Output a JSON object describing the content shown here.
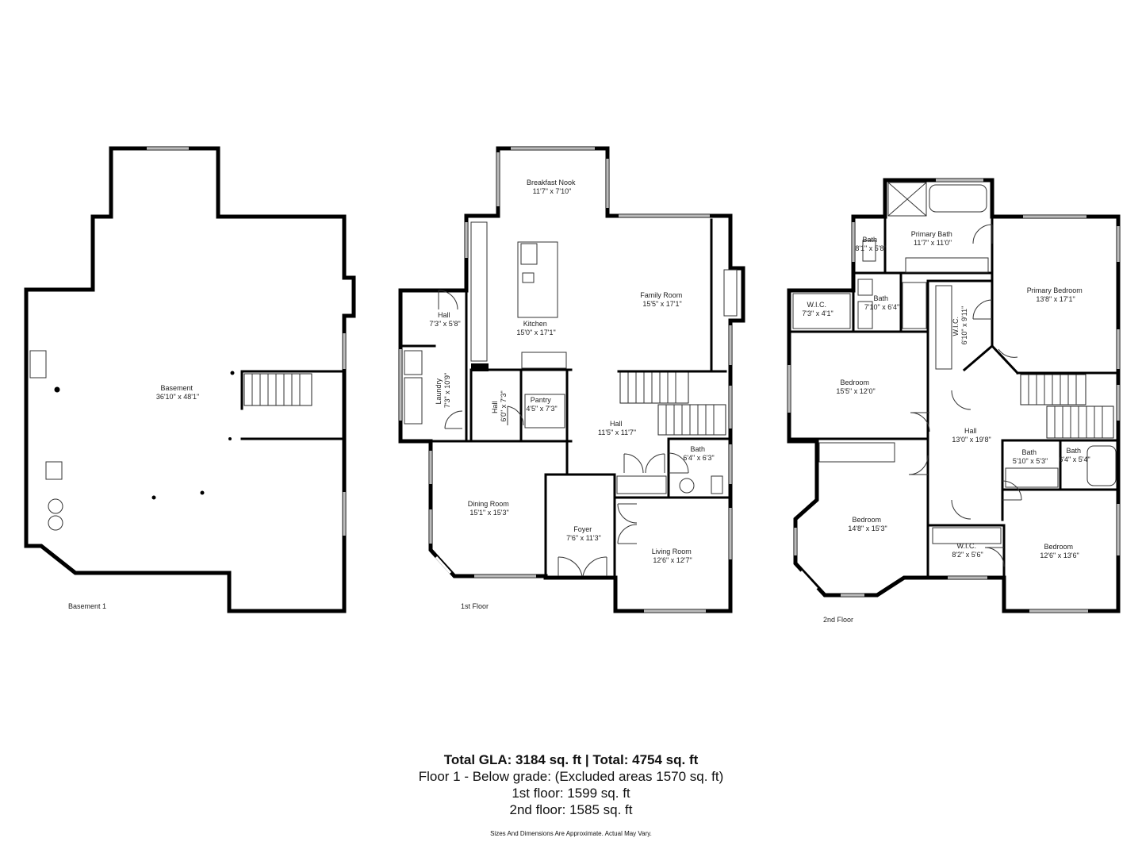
{
  "plan": {
    "floors": {
      "basement": {
        "label": "Basement 1",
        "rooms": [
          {
            "id": "basement",
            "name": "Basement",
            "dims": "36'10\" x 48'1\""
          }
        ]
      },
      "first": {
        "label": "1st Floor",
        "rooms": [
          {
            "id": "breakfast",
            "name": "Breakfast Nook",
            "dims": "11'7\" x 7'10\""
          },
          {
            "id": "kitchen",
            "name": "Kitchen",
            "dims": "15'0\" x 17'1\""
          },
          {
            "id": "family",
            "name": "Family Room",
            "dims": "15'5\" x 17'1\""
          },
          {
            "id": "hall1",
            "name": "Hall",
            "dims": "7'3\" x 5'8\""
          },
          {
            "id": "laundry",
            "name": "Laundry",
            "dims": "7'3\" x 10'9\""
          },
          {
            "id": "hall2",
            "name": "Hall",
            "dims": "6'0\" x 7'3\""
          },
          {
            "id": "pantry",
            "name": "Pantry",
            "dims": "4'5\" x 7'3\""
          },
          {
            "id": "hall3",
            "name": "Hall",
            "dims": "11'5\" x 11'7\""
          },
          {
            "id": "bath1",
            "name": "Bath",
            "dims": "6'4\" x 6'3\""
          },
          {
            "id": "dining",
            "name": "Dining Room",
            "dims": "15'1\" x 15'3\""
          },
          {
            "id": "foyer",
            "name": "Foyer",
            "dims": "7'6\" x 11'3\""
          },
          {
            "id": "living",
            "name": "Living Room",
            "dims": "12'6\" x 12'7\""
          }
        ]
      },
      "second": {
        "label": "2nd Floor",
        "rooms": [
          {
            "id": "bath-a",
            "name": "Bath",
            "dims": "8'1\" x 5'8\""
          },
          {
            "id": "primary-bath",
            "name": "Primary Bath",
            "dims": "11'7\" x 11'0\""
          },
          {
            "id": "primary-bed",
            "name": "Primary Bedroom",
            "dims": "13'8\" x 17'1\""
          },
          {
            "id": "wic-a",
            "name": "W.I.C.",
            "dims": "7'3\" x 4'1\""
          },
          {
            "id": "bath-b",
            "name": "Bath",
            "dims": "7'10\" x 6'4\""
          },
          {
            "id": "wic-b",
            "name": "W.I.C.",
            "dims": "6'10\" x 9'11\""
          },
          {
            "id": "bed-a",
            "name": "Bedroom",
            "dims": "15'5\" x 12'0\""
          },
          {
            "id": "hall-2f",
            "name": "Hall",
            "dims": "13'0\" x 19'8\""
          },
          {
            "id": "bath-c",
            "name": "Bath",
            "dims": "5'10\" x 5'3\""
          },
          {
            "id": "bath-d",
            "name": "Bath",
            "dims": "6'4\" x 5'4\""
          },
          {
            "id": "bed-b",
            "name": "Bedroom",
            "dims": "14'8\" x 15'3\""
          },
          {
            "id": "wic-c",
            "name": "W.I.C.",
            "dims": "8'2\" x 5'6\""
          },
          {
            "id": "bed-c",
            "name": "Bedroom",
            "dims": "12'6\" x 13'6\""
          }
        ]
      }
    }
  },
  "summary": {
    "total": "Total GLA: 3184 sq. ft | Total: 4754 sq. ft",
    "below_grade": "Floor 1 - Below grade: (Excluded areas 1570 sq. ft)",
    "first_floor": "1st floor: 1599 sq. ft",
    "second_floor": "2nd floor: 1585 sq. ft",
    "disclaimer": "Sizes And Dimensions Are Approximate. Actual May Vary."
  }
}
